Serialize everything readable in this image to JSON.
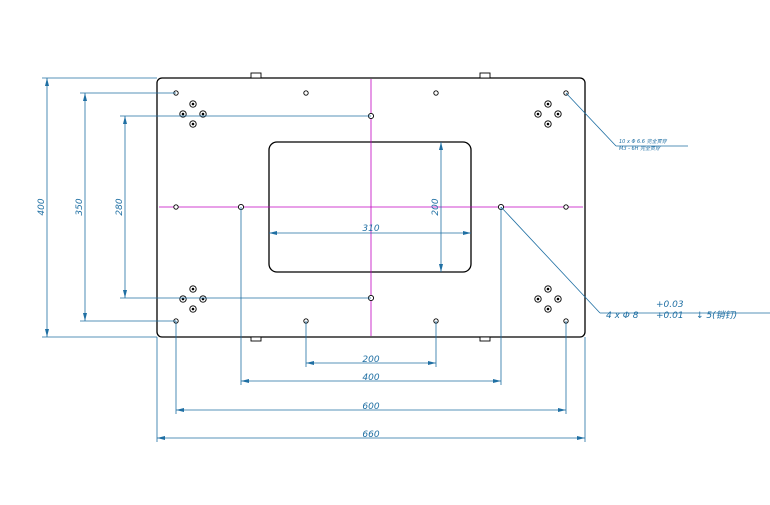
{
  "drawing": {
    "colors": {
      "outline": "#000000",
      "dimension": "#1f6fa3",
      "centerline": "#c000c0",
      "background": "#ffffff"
    },
    "dimensions": {
      "overall_width": "660",
      "hole_span_600": "600",
      "hole_span_400": "400",
      "hole_span_200": "200",
      "overall_height": "400",
      "hole_span_350": "350",
      "hole_span_280": "280",
      "window_width": "310",
      "window_height": "200"
    },
    "notes": {
      "corner_holes_line1": "10 x Φ 6.6 完全贯穿",
      "corner_holes_line2": "M3 - 6H 完全贯穿"
    },
    "callout": {
      "pin_holes": "4 x Φ 8",
      "tol_upper": "+0.03",
      "tol_lower": "+0.01",
      "depth": "↓ 5(销钉)"
    }
  }
}
